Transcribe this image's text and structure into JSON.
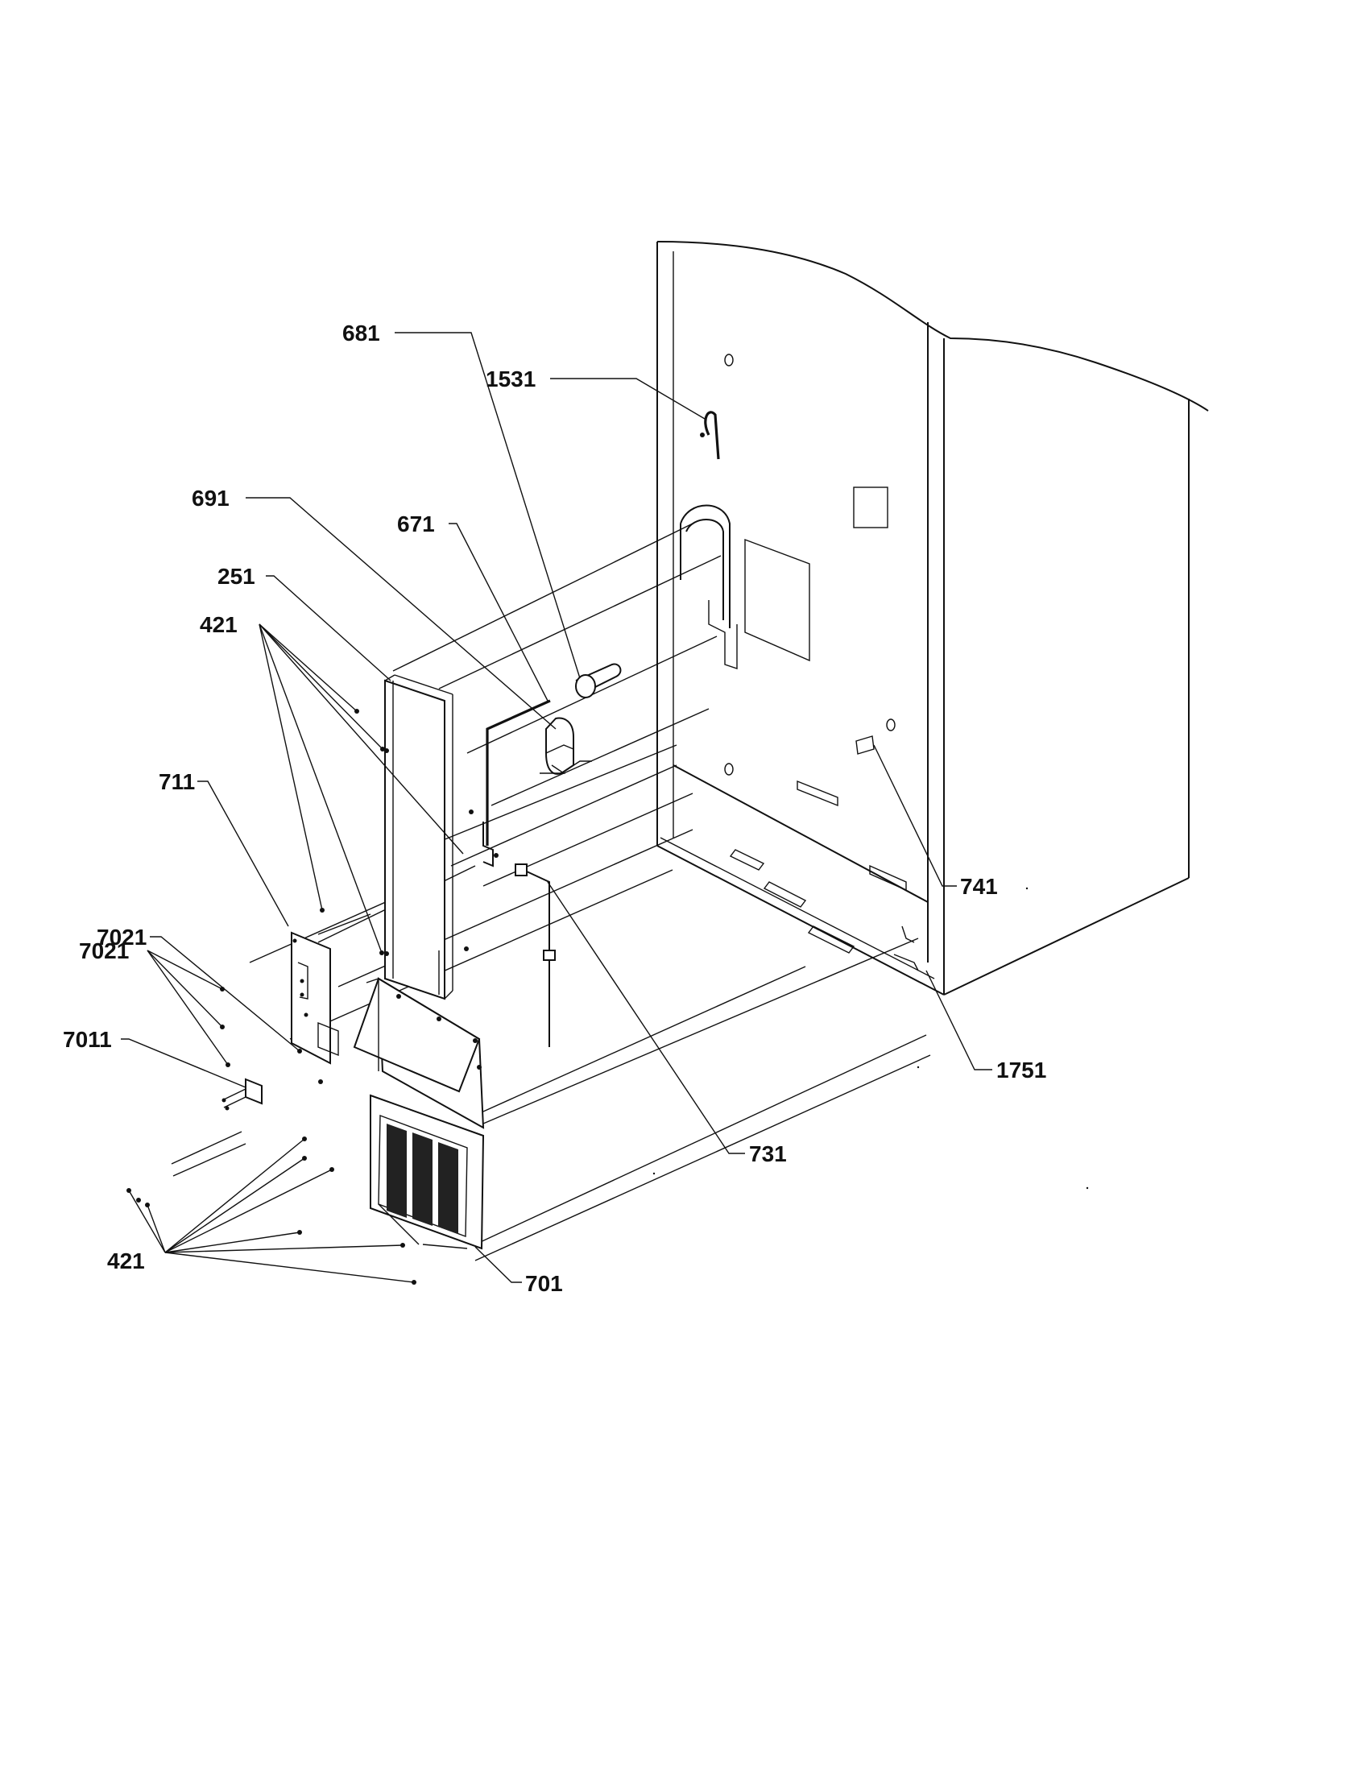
{
  "diagram": {
    "labels": {
      "p1531": "1531",
      "p681": "681",
      "p691": "691",
      "p671": "671",
      "p251": "251",
      "p421_top": "421",
      "p711": "711",
      "p7021_a": "7021",
      "p7021_b": "7021",
      "p7011": "7011",
      "p421_bottom": "421",
      "p701": "701",
      "p731": "731",
      "p741": "741",
      "p1751": "1751"
    }
  }
}
